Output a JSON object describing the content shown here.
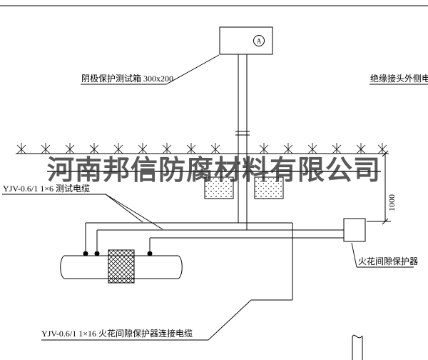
{
  "labels": {
    "test_box_label": "阴极保护测试箱 300x200",
    "right_cable_label": "绝缘接头外侧电缆",
    "test_cable_label": "YJV-0.6/1  1×6   测试电缆",
    "spark_gap_label": "火花间隙保护器",
    "connect_cable_label": "YJV-0.6/1  1×16   火花间隙保护器连接电缆",
    "dimension_1000": "1000",
    "ammeter_symbol": "A"
  },
  "watermark": {
    "company": "河南邦信防腐材料有限公司"
  },
  "colors": {
    "line": "#000000",
    "background": "#ffffff",
    "watermark_gray": "#2a2a2a"
  }
}
